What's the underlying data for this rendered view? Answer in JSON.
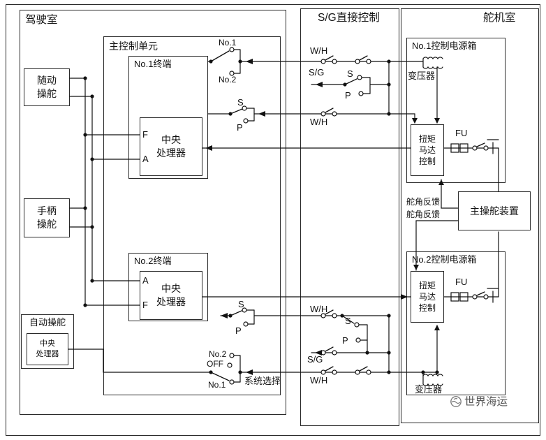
{
  "regions": {
    "bridge": "驾驶室",
    "sg_direct": "S/G直接控制",
    "steering_room": "舵机室"
  },
  "bridge": {
    "main_unit_title": "主控制单元",
    "terminal1_title": "No.1终端",
    "terminal2_title": "No.2终端",
    "cpu_line1": "中央",
    "cpu_line2": "处理器",
    "port_f": "F",
    "port_a": "A",
    "follow_line1": "随动",
    "follow_line2": "操舵",
    "lever_line1": "手柄",
    "lever_line2": "操舵",
    "auto_title": "自动操舵",
    "selector_top": {
      "no1": "No.1",
      "no2": "No.2"
    },
    "selector_bottom": {
      "no2": "No.2",
      "off": "OFF",
      "no1": "No.1",
      "caption": "系统选择"
    },
    "sp": {
      "s": "S",
      "p": "P"
    }
  },
  "sg_column": {
    "wh": "W/H",
    "sg": "S/G"
  },
  "steering_room": {
    "power_box1_title": "No.1控制电源箱",
    "power_box2_title": "No.2控制电源箱",
    "transformer": "变压器",
    "torque_line1": "扭矩",
    "torque_line2": "马达",
    "torque_line3": "控制",
    "fu": "FU",
    "device": "主操舵装置",
    "feedback": "舵角反馈"
  },
  "watermark": {
    "text": "世界海运"
  }
}
